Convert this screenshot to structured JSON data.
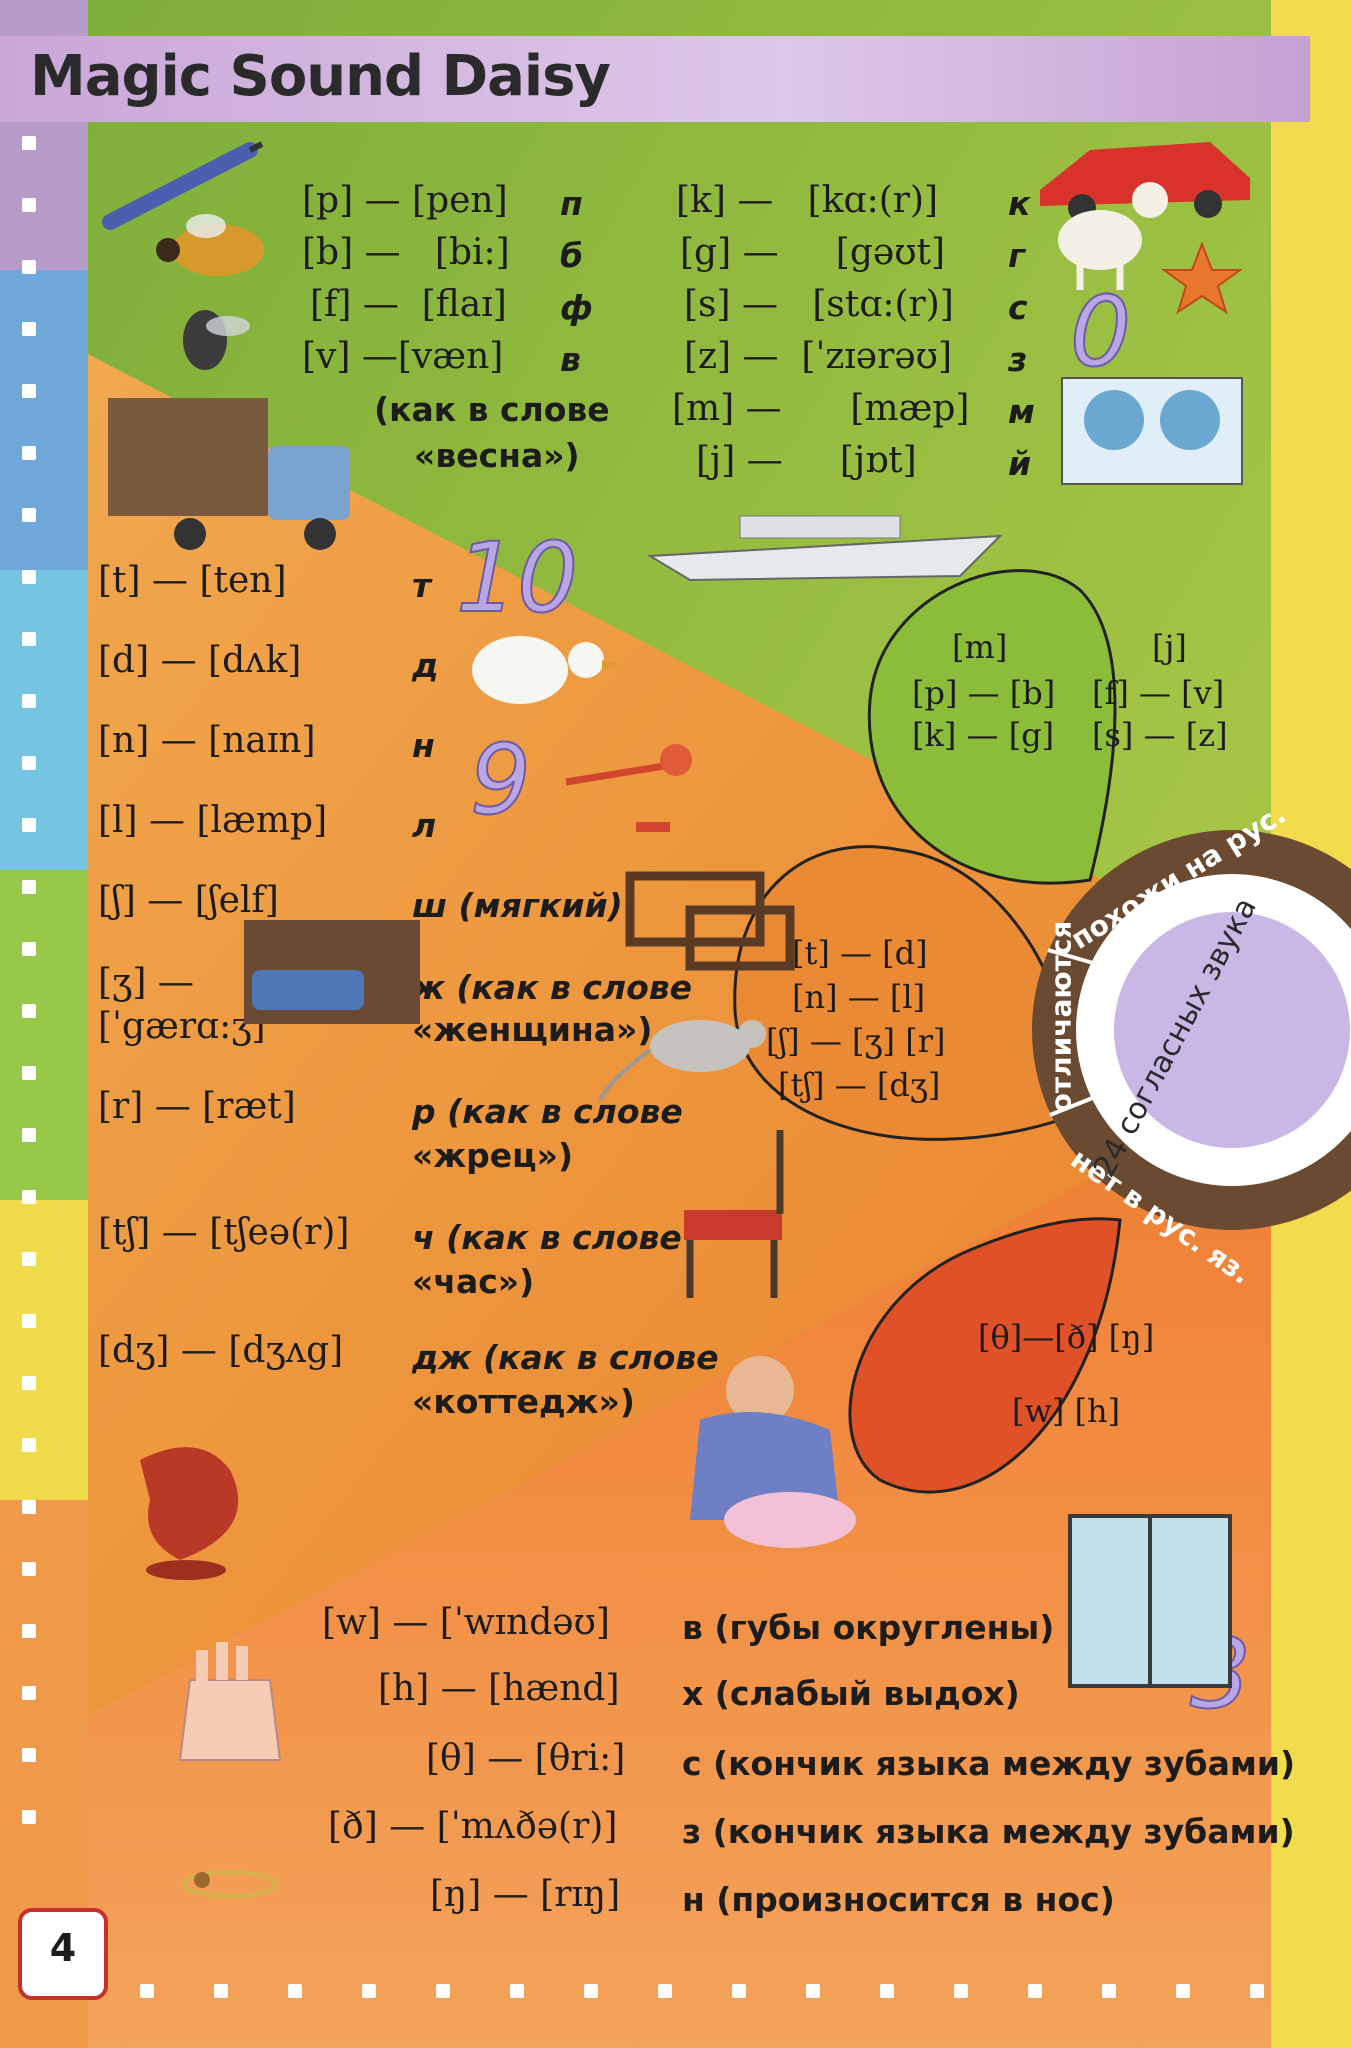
{
  "title": "Magic Sound Daisy",
  "page_number": "4",
  "petal_numbers": {
    "top": "0",
    "left_upper": "10",
    "left_mid": "9",
    "bottom": "3"
  },
  "group_similar": {
    "rows": [
      {
        "ipa": "[p] — [pen]",
        "ru": "п"
      },
      {
        "ipa": "[b] —   [bi:]",
        "ru": "б"
      },
      {
        "ipa": "[f] —  [flaɪ]",
        "ru": "ф"
      },
      {
        "ipa": "[v] —[væn]",
        "ru": "в"
      }
    ],
    "note_line1": "(как в слове",
    "note_line2": "«весна»)",
    "rows_right": [
      {
        "ipa": "[k] —   [kɑ:(r)]",
        "ru": "к"
      },
      {
        "ipa": "[g] —     [gəʊt]",
        "ru": "г"
      },
      {
        "ipa": "[s] —   [stɑ:(r)]",
        "ru": "с"
      },
      {
        "ipa": "[z] —  [ˈzɪərəʊ]",
        "ru": "з"
      },
      {
        "ipa": "[m] —      [mæp]",
        "ru": "м"
      },
      {
        "ipa": "[j] —     [jɒt]",
        "ru": "й"
      }
    ]
  },
  "group_different": {
    "rows": [
      {
        "ipa": "[t] — [ten]",
        "ru": "т",
        "ru2": ""
      },
      {
        "ipa": "[d] — [dʌk]",
        "ru": "д",
        "ru2": ""
      },
      {
        "ipa": "[n] — [naɪn]",
        "ru": "н",
        "ru2": ""
      },
      {
        "ipa": "[l] — [læmp]",
        "ru": "л",
        "ru2": ""
      },
      {
        "ipa": "[ʃ] — [ʃelf]",
        "ru": "ш (мягкий)",
        "ru2": ""
      },
      {
        "ipa": "[ʒ] —",
        "ipa2": "[ˈgærɑ:ʒ]",
        "ru": "ж (как в слове",
        "ru2": "«женщина»)"
      },
      {
        "ipa": "[r] — [ræt]",
        "ru": "р (как в слове",
        "ru2": "«жрец»)"
      },
      {
        "ipa": "[tʃ] — [tʃeə(r)]",
        "ru": "ч (как в слове",
        "ru2": "«час»)"
      },
      {
        "ipa": "[dʒ] — [dʒʌg]",
        "ru": "дж (как в слове",
        "ru2": "«коттедж»)"
      }
    ]
  },
  "group_absent": {
    "rows": [
      {
        "ipa": "[w] — [ˈwɪndəʊ]",
        "ru": "в (губы округлены)"
      },
      {
        "ipa": "[h] — [hænd]",
        "ru": "х (слабый выдох)"
      },
      {
        "ipa": "[θ] — [θri:]",
        "ru": "с (кончик языка между зубами)"
      },
      {
        "ipa": "[ð] — [ˈmʌðə(r)]",
        "ru": "з (кончик языка между зубами)"
      },
      {
        "ipa": "[ŋ] — [rɪŋ]",
        "ru": "н (произносится в нос)"
      }
    ]
  },
  "daisy": {
    "center_label": "24 согласных звука",
    "ring_similar": "похожи на рус.",
    "ring_different": "отличаются",
    "ring_absent": "нет в рус. яз.",
    "petal_similar": {
      "l1": "[m]",
      "l1b": "[j]",
      "l2a": "[p] — [b]",
      "l2b": "[f] — [v]",
      "l3a": "[k] — [g]",
      "l3b": "[s] — [z]"
    },
    "petal_different": {
      "l1": "[t] — [d]",
      "l2": "[n] — [l]",
      "l3": "[ʃ] — [ʒ] [r]",
      "l4": "[tʃ] — [dʒ]"
    },
    "petal_absent": {
      "l1": "[θ]—[ð] [ŋ]",
      "l2": "[w] [h]"
    }
  },
  "colors": {
    "green": "#9cc33f",
    "orange": "#ef9b3b",
    "red": "#e4562c",
    "ring": "#6b4a32",
    "center": "#c9b8e6"
  },
  "icons": [
    "pen-icon",
    "bee-icon",
    "fly-icon",
    "van-icon",
    "car-icon",
    "goat-icon",
    "star-icon",
    "map-icon",
    "yacht-icon",
    "duck-icon",
    "lamp-icon",
    "shelf-icon",
    "garage-icon",
    "rat-icon",
    "chair-icon",
    "jug-icon",
    "mother-icon",
    "window-icon",
    "hand-icon",
    "ring-icon"
  ]
}
